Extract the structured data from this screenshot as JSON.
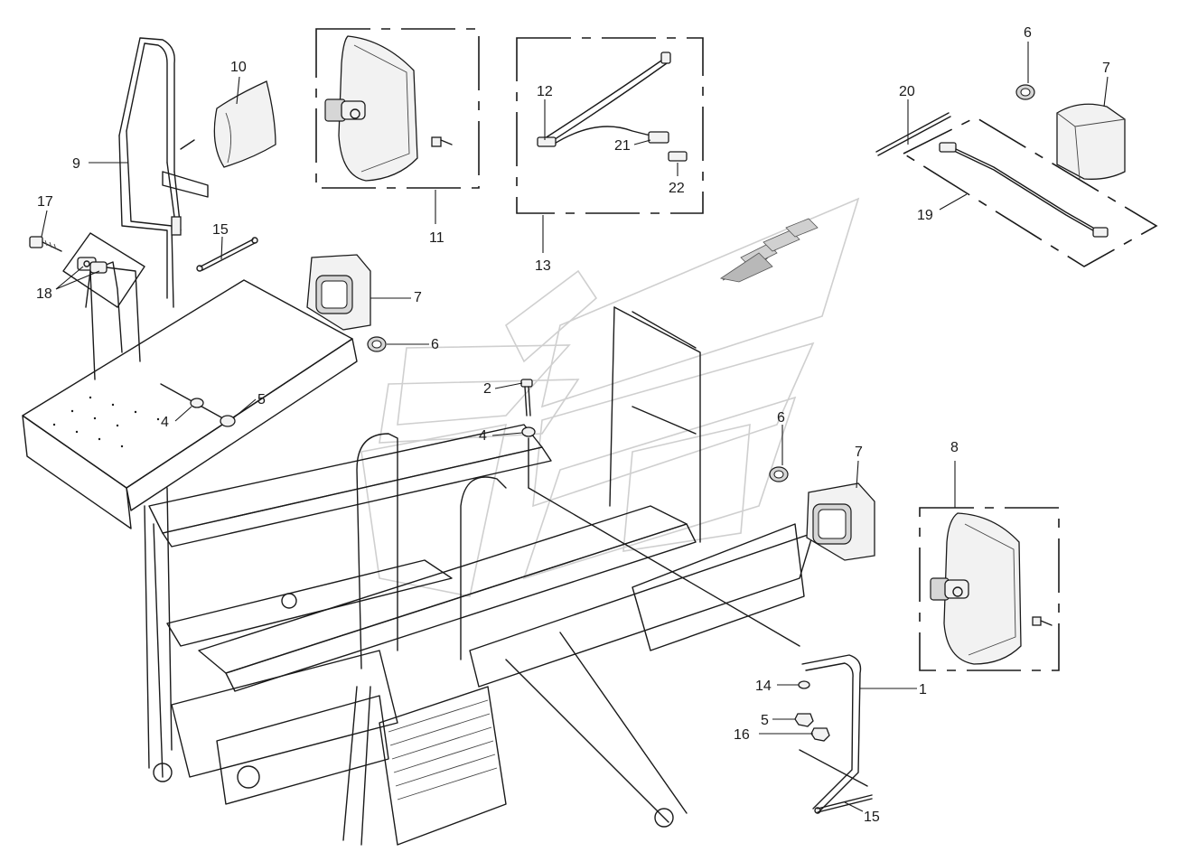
{
  "diagram": {
    "callouts": [
      {
        "id": "c10",
        "text": "10"
      },
      {
        "id": "c9",
        "text": "9"
      },
      {
        "id": "c17",
        "text": "17"
      },
      {
        "id": "c18",
        "text": "18"
      },
      {
        "id": "c15a",
        "text": "15"
      },
      {
        "id": "c11",
        "text": "11"
      },
      {
        "id": "c13",
        "text": "13"
      },
      {
        "id": "c12",
        "text": "12"
      },
      {
        "id": "c21",
        "text": "21"
      },
      {
        "id": "c22",
        "text": "22"
      },
      {
        "id": "c20",
        "text": "20"
      },
      {
        "id": "c6a",
        "text": "6"
      },
      {
        "id": "c7a",
        "text": "7"
      },
      {
        "id": "c19",
        "text": "19"
      },
      {
        "id": "c7b",
        "text": "7"
      },
      {
        "id": "c6b",
        "text": "6"
      },
      {
        "id": "c2",
        "text": "2"
      },
      {
        "id": "c4a",
        "text": "4"
      },
      {
        "id": "c5a",
        "text": "5"
      },
      {
        "id": "c4b",
        "text": "4"
      },
      {
        "id": "c6c",
        "text": "6"
      },
      {
        "id": "c7c",
        "text": "7"
      },
      {
        "id": "c8",
        "text": "8"
      },
      {
        "id": "c14",
        "text": "14"
      },
      {
        "id": "c1",
        "text": "1"
      },
      {
        "id": "c5b",
        "text": "5"
      },
      {
        "id": "c16",
        "text": "16"
      },
      {
        "id": "c15b",
        "text": "15"
      }
    ]
  }
}
